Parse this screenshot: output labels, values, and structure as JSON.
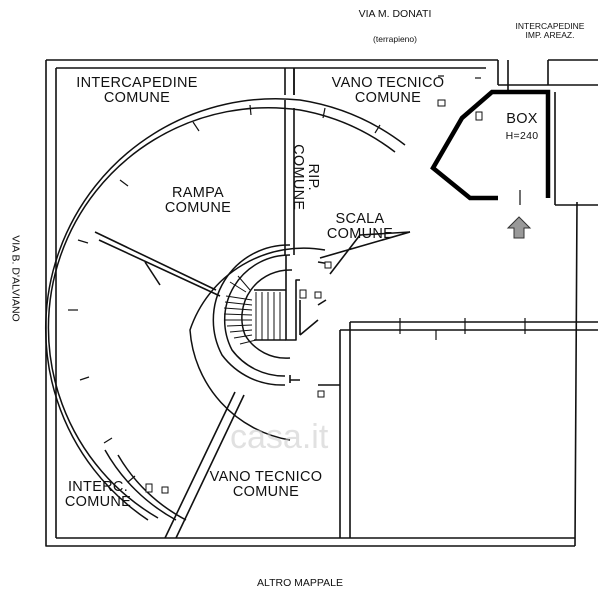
{
  "streets": {
    "top": "VIA M. DONATI",
    "top_note": "(terrapieno)",
    "left": "VIA B. D'ALVIANO",
    "bottom": "ALTRO MAPPALE"
  },
  "rooms": {
    "intercapedine_comune": [
      "INTERCAPEDINE",
      "COMUNE"
    ],
    "vano_tecnico_top": [
      "VANO TECNICO",
      "COMUNE"
    ],
    "box": [
      "BOX",
      "H=240"
    ],
    "intercapedine_imp": [
      "INTERCAPEDINE",
      "IMP. AREAZ."
    ],
    "rip_comune": [
      "RIP.",
      "COMUNE"
    ],
    "rampa_comune": [
      "RAMPA",
      "COMUNE"
    ],
    "scala_comune": [
      "SCALA",
      "COMUNE"
    ],
    "interc_comune": [
      "INTERC.",
      "COMUNE"
    ],
    "vano_tecnico_bottom": [
      "VANO TECNICO",
      "COMUNE"
    ]
  },
  "watermark": "casa.it",
  "icons": {
    "entry_arrow": "up-arrow-icon"
  }
}
